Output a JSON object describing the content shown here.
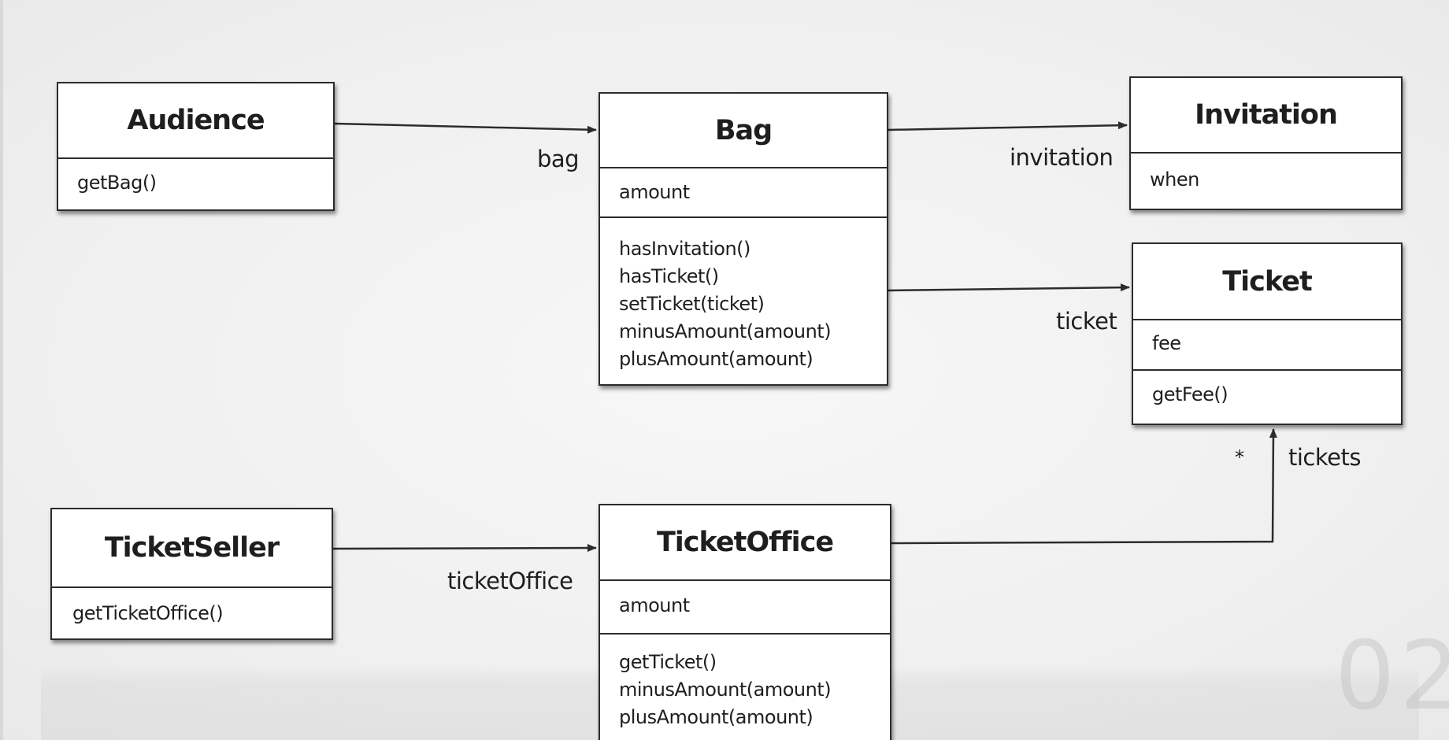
{
  "classes": {
    "audience": {
      "name": "Audience",
      "operations": [
        "getBag()"
      ]
    },
    "bag": {
      "name": "Bag",
      "attributes": [
        "amount"
      ],
      "operations": [
        "hasInvitation()",
        "hasTicket()",
        "setTicket(ticket)",
        "minusAmount(amount)",
        "plusAmount(amount)"
      ]
    },
    "invitation": {
      "name": "Invitation",
      "attributes": [
        "when"
      ]
    },
    "ticket": {
      "name": "Ticket",
      "attributes": [
        "fee"
      ],
      "operations": [
        "getFee()"
      ]
    },
    "ticket_seller": {
      "name": "TicketSeller",
      "operations": [
        "getTicketOffice()"
      ]
    },
    "ticket_office": {
      "name": "TicketOffice",
      "attributes": [
        "amount"
      ],
      "operations": [
        "getTicket()",
        "minusAmount(amount)",
        "plusAmount(amount)"
      ]
    }
  },
  "associations": {
    "audience_bag": {
      "role": "bag"
    },
    "bag_invitation": {
      "role": "invitation"
    },
    "bag_ticket": {
      "role": "ticket"
    },
    "seller_office": {
      "role": "ticketOffice"
    },
    "office_ticket": {
      "role": "tickets",
      "multiplicity": "*"
    }
  },
  "ghost_digit": "02"
}
